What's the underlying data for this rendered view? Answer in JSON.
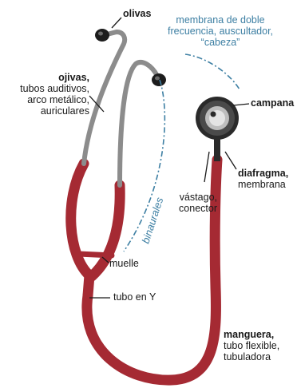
{
  "labels": {
    "olivas": "olivas",
    "ojivas": {
      "bold": "ojivas,",
      "lines": [
        "tubos auditivos,",
        "arco metálico,",
        "auriculares"
      ]
    },
    "membrana": [
      "membrana de doble",
      "frecuencia, auscultador,",
      "“cabeza”"
    ],
    "campana": "campana",
    "diafragma": {
      "bold": "diafragma,",
      "line": "membrana"
    },
    "vastago": [
      "vástago,",
      "conector"
    ],
    "binaurales": "binaurales",
    "muelle": "muelle",
    "tubo_y": "tubo en Y",
    "manguera": {
      "bold": "manguera,",
      "lines": [
        "tubo flexible,",
        "tubuladora"
      ]
    }
  },
  "colors": {
    "tube_red": "#a52a33",
    "metal_gray": "#8c8c8c",
    "annotation_blue": "#3d7fa3",
    "leader_black": "#1a1a1a"
  }
}
